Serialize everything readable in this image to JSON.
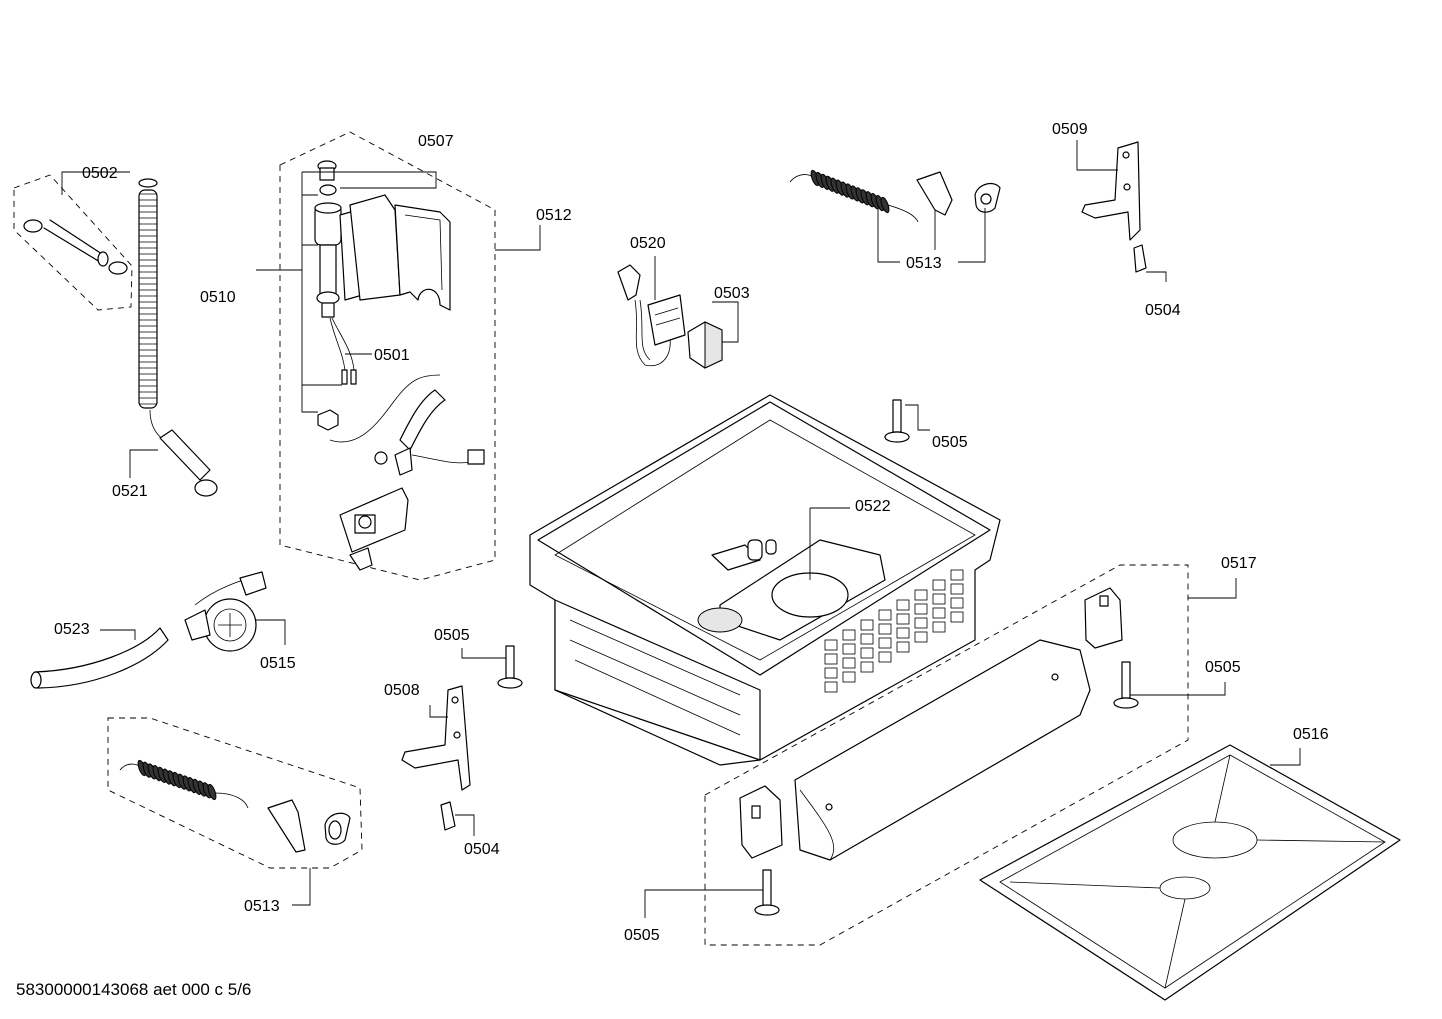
{
  "labels": {
    "l0502": "0502",
    "l0507": "0507",
    "l0512": "0512",
    "l0510": "0510",
    "l0501": "0501",
    "l0521": "0521",
    "l0520": "0520",
    "l0503": "0503",
    "l0513_top": "0513",
    "l0509": "0509",
    "l0504_top": "0504",
    "l0505_top": "0505",
    "l0522": "0522",
    "l0523": "0523",
    "l0515": "0515",
    "l0505_mid": "0505",
    "l0508": "0508",
    "l0504_bottom": "0504",
    "l0513_bottom": "0513",
    "l0517": "0517",
    "l0505_right": "0505",
    "l0516": "0516",
    "l0505_bottom": "0505"
  },
  "footer": {
    "document_id": "58300000143068 aet 000 c 5/6"
  }
}
